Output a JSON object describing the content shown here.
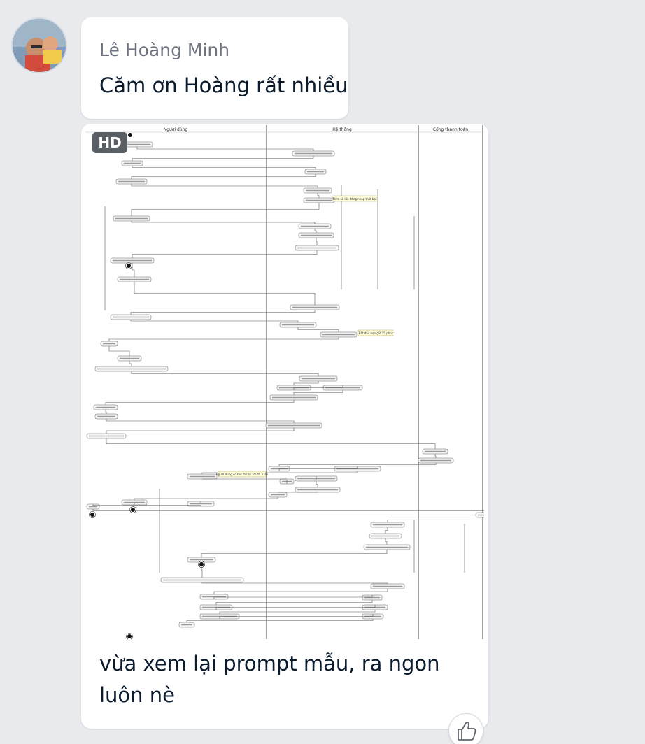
{
  "message_group": {
    "sender_name": "Lê Hoàng Minh",
    "messages": [
      {
        "text": "Căm ơn Hoàng rất nhiều"
      },
      {
        "badge": "HD",
        "text": "vừa xem lại prompt mẫu, ra ngon luôn nè"
      }
    ]
  },
  "diagram": {
    "lanes": [
      "Người dùng",
      "Hệ thống",
      "Cổng thanh toán"
    ],
    "highlight_notes": [
      "Đếm số lần đăng nhập thất bại",
      "Bắt đầu hẹn giờ 15 phút",
      "Người dùng có thể thử lại tối đa 3 lần"
    ]
  },
  "reaction": {
    "icon": "thumbs-up-icon"
  },
  "colors": {
    "background": "#e8eaee",
    "bubble": "#ffffff",
    "text": "#0a1b2e",
    "sender": "#6d7480",
    "badge": "#5a5f66"
  }
}
